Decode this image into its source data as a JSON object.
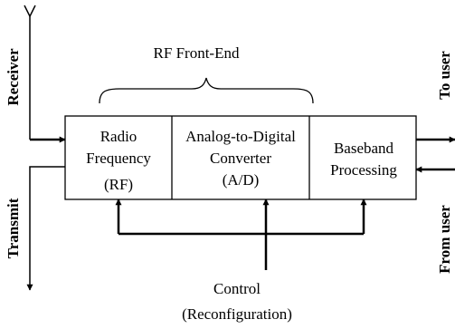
{
  "diagram": {
    "title": "RF Front-End",
    "blocks": {
      "rf": [
        "Radio",
        "Frequency",
        "(RF)"
      ],
      "adc": [
        "Analog-to-Digital",
        "Converter",
        "(A/D)"
      ],
      "baseband": [
        "Baseband",
        "Processing"
      ]
    },
    "control": [
      "Control",
      "(Reconfiguration)"
    ],
    "side_labels": {
      "receiver": "Receiver",
      "transmit": "Transmit",
      "to_user": "To user",
      "from_user": "From user"
    }
  }
}
